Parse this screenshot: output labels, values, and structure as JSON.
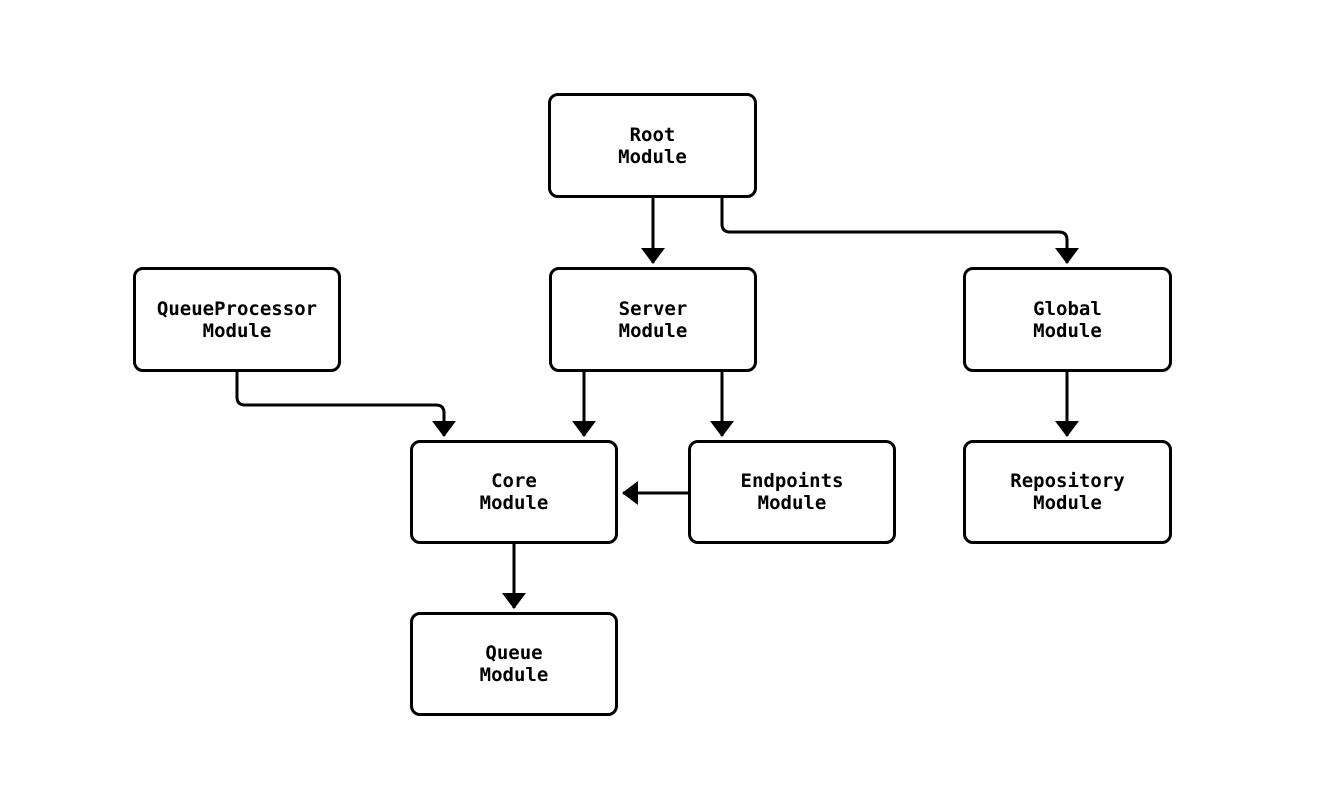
{
  "diagram": {
    "type": "flowchart",
    "direction": "top-down",
    "nodes": [
      {
        "id": "root",
        "label": "Root\nModule"
      },
      {
        "id": "queueprocessor",
        "label": "QueueProcessor\nModule"
      },
      {
        "id": "server",
        "label": "Server\nModule"
      },
      {
        "id": "global",
        "label": "Global\nModule"
      },
      {
        "id": "core",
        "label": "Core\nModule"
      },
      {
        "id": "endpoints",
        "label": "Endpoints\nModule"
      },
      {
        "id": "repository",
        "label": "Repository\nModule"
      },
      {
        "id": "queue",
        "label": "Queue\nModule"
      }
    ],
    "edges": [
      {
        "from": "Root Module",
        "to": "Server Module"
      },
      {
        "from": "Root Module",
        "to": "Global Module"
      },
      {
        "from": "QueueProcessor Module",
        "to": "Core Module"
      },
      {
        "from": "Server Module",
        "to": "Core Module"
      },
      {
        "from": "Server Module",
        "to": "Endpoints Module"
      },
      {
        "from": "Global Module",
        "to": "Repository Module"
      },
      {
        "from": "Endpoints Module",
        "to": "Core Module"
      },
      {
        "from": "Core Module",
        "to": "Queue Module"
      }
    ],
    "colors": {
      "background": "#ffffff",
      "node_fill": "#ffffff",
      "node_border": "#000000",
      "edge": "#000000",
      "text": "#000000"
    }
  }
}
